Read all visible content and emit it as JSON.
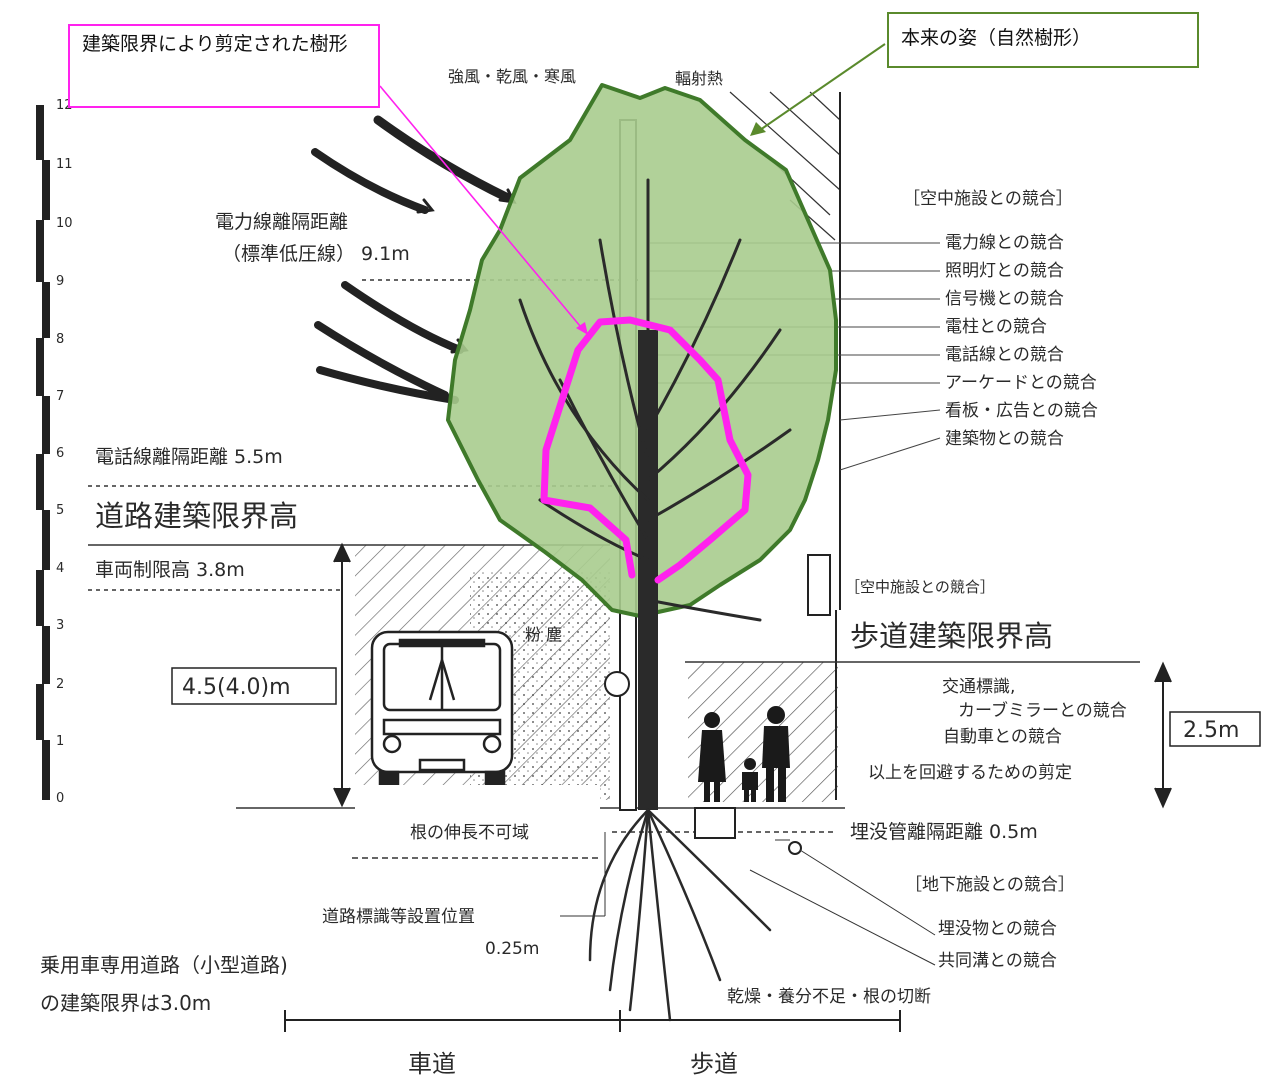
{
  "callouts": {
    "pruned_label": "建築限界により剪定された樹形",
    "natural_label": "本来の姿（自然樹形）"
  },
  "scale": {
    "ticks": [
      "12",
      "11",
      "10",
      "9",
      "8",
      "7",
      "6",
      "5",
      "4",
      "3",
      "2",
      "1",
      "0"
    ]
  },
  "top": {
    "wind": "強風・乾風・寒風",
    "radiant": "輻射熱"
  },
  "left_labels": {
    "power_clearance_1": "電力線離隔距離",
    "power_clearance_2": "（標準低圧線）  9.1m",
    "phone_clearance": "電話線離隔距離  5.5m",
    "road_limit_height": "道路建築限界高",
    "vehicle_limit": "車両制限高  3.8m",
    "height_box": "4.5(4.0)m",
    "dust": "粉 塵",
    "root_zone": "根の伸長不可域",
    "sign_position": "道路標識等設置位置",
    "sign_offset": "0.25m",
    "passenger_road_1": "乗用車専用道路（小型道路)",
    "passenger_road_2": "の建築限界は3.0m"
  },
  "air_conflicts": {
    "header": "［空中施設との競合］",
    "items": [
      "電力線との競合",
      "照明灯との競合",
      "信号機との競合",
      "電柱との競合",
      "電話線との競合",
      "アーケードとの競合",
      "看板・広告との競合",
      "建築物との競合"
    ]
  },
  "right_labels": {
    "air_small": "［空中施設との競合］",
    "sidewalk_limit_height": "歩道建築限界高",
    "traffic_sign_1": "交通標識,",
    "traffic_sign_2": "カーブミラーとの競合",
    "car_conflict": "自動車との競合",
    "avoid_pruning": "以上を回避するための剪定",
    "height_box": "2.5m",
    "pipe_clearance": "埋没管離隔距離  0.5m"
  },
  "underground": {
    "header": "［地下施設との競合］",
    "items": [
      "埋没物との競合",
      "共同溝との競合"
    ],
    "root_damage": "乾燥・養分不足・根の切断"
  },
  "bottom": {
    "roadway": "車道",
    "sidewalk": "歩道"
  },
  "colors": {
    "canopy_fill": "#a9cc8e",
    "canopy_stroke": "#3f7a2a",
    "pruned_outline": "#ff22ee",
    "natural_border": "#5a8a2c"
  }
}
